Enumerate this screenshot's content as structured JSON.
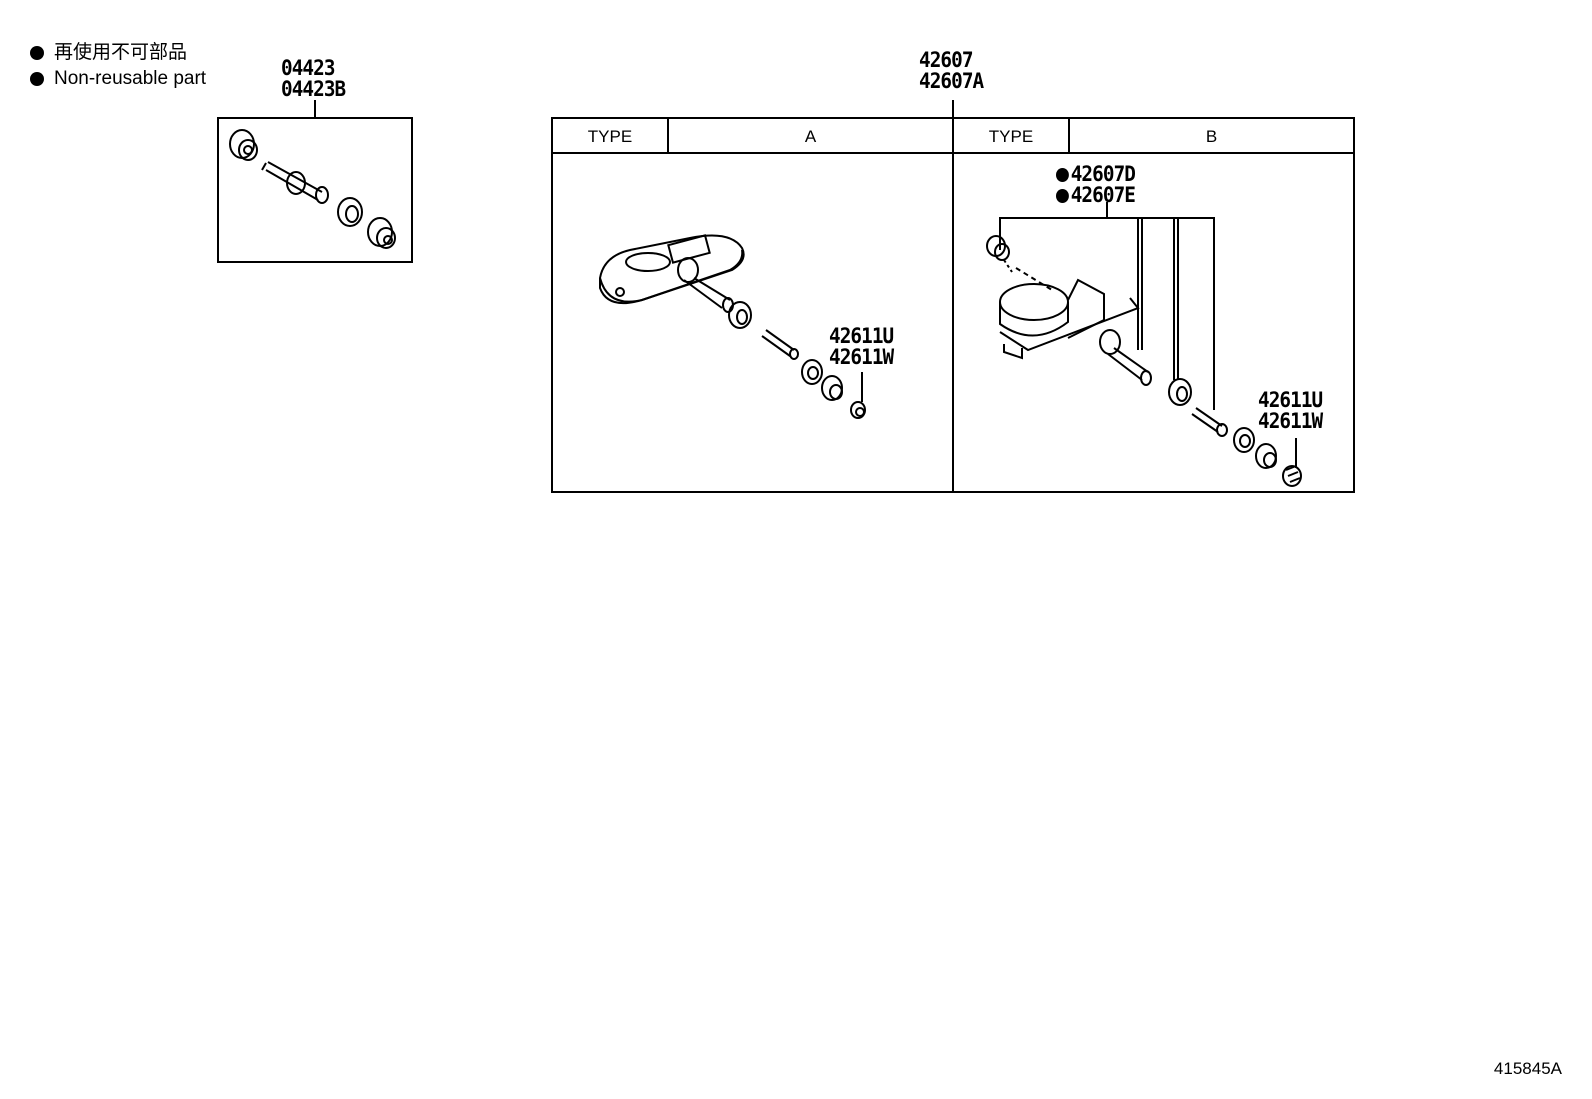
{
  "legend": {
    "items": [
      {
        "label_ja": "再使用不可部品"
      },
      {
        "label_en": "Non-reusable part"
      }
    ]
  },
  "kit_group": {
    "part_numbers": [
      "04423",
      "04423B"
    ]
  },
  "sensor_assembly": {
    "part_numbers": [
      "42607",
      "42607A"
    ],
    "type_header": "TYPE",
    "type_a": "A",
    "type_b": "B",
    "panel_a": {
      "valve_core_parts": [
        "42611U",
        "42611W"
      ]
    },
    "panel_b": {
      "non_reusable_parts": [
        "42607D",
        "42607E"
      ],
      "valve_core_parts": [
        "42611U",
        "42611W"
      ]
    }
  },
  "drawing_number": "415845A"
}
